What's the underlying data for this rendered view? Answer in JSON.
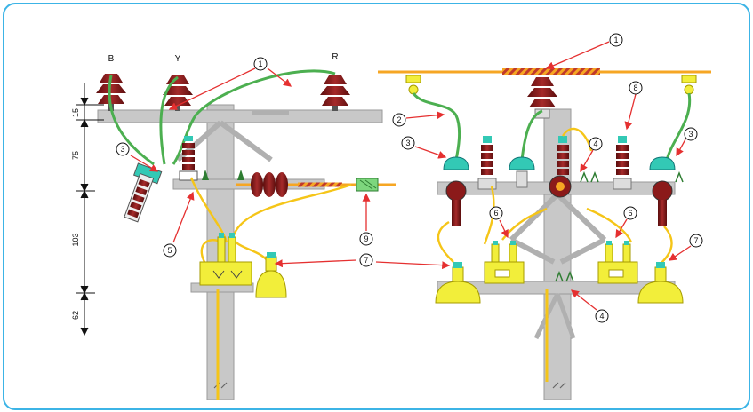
{
  "phase_labels": [
    "B",
    "Y",
    "R"
  ],
  "dimensions": [
    "15",
    "75",
    "103",
    "62"
  ],
  "callout_numbers": {
    "left_1": "1",
    "left_3": "3",
    "left_5": "5",
    "left_9": "9",
    "shared_7": "7",
    "right_1": "1",
    "right_2": "2",
    "right_3a": "3",
    "right_3b": "3",
    "right_4a": "4",
    "right_4b": "4",
    "right_6a": "6",
    "right_6b": "6",
    "right_7": "7",
    "right_8": "8"
  },
  "colors": {
    "frame": "#3cb4e6",
    "pole": "#c8c8c8",
    "insulator": "#8b1a1a",
    "green_conductor": "#4caf50",
    "yellow_conductor": "#f5c518",
    "transformer": "#f2ee3a",
    "callout_arrow": "#e53030",
    "terminal_cap": "#33c9b5"
  }
}
